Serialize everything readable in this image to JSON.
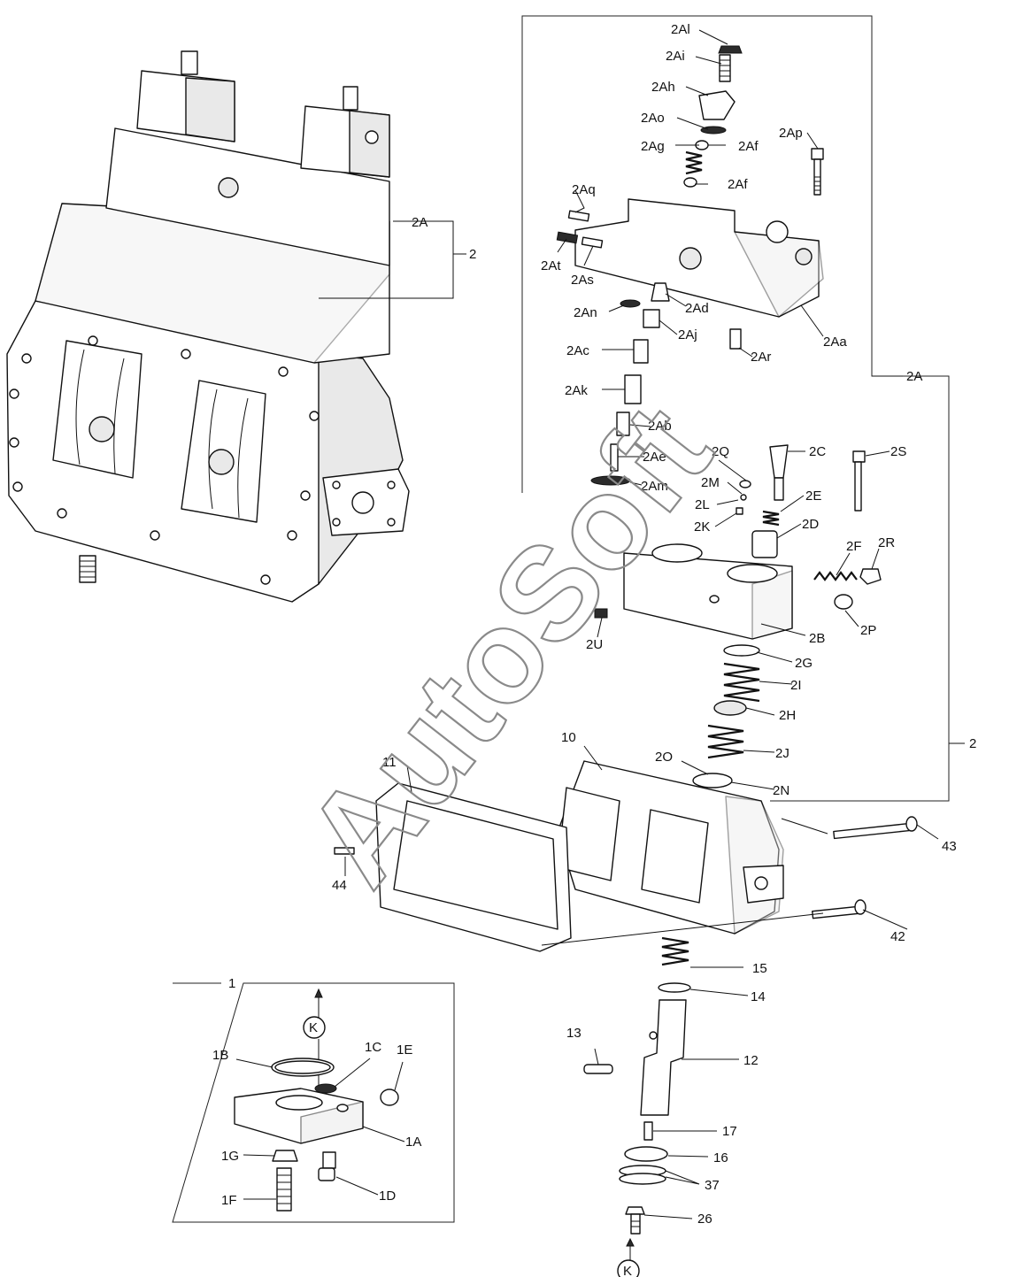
{
  "watermark": "AutoSoft",
  "labels": {
    "l2Al": "2Al",
    "l2Ai": "2Ai",
    "l2Ah": "2Ah",
    "l2Ao": "2Ao",
    "l2Ag": "2Ag",
    "l2Af_1": "2Af",
    "l2Af_2": "2Af",
    "l2Ap": "2Ap",
    "l2Aq": "2Aq",
    "l2At": "2At",
    "l2As": "2As",
    "l2An": "2An",
    "l2Ad": "2Ad",
    "l2Aj": "2Aj",
    "l2Aa": "2Aa",
    "l2Ac": "2Ac",
    "l2Ar": "2Ar",
    "l2Ak": "2Ak",
    "l2Ab": "2Ab",
    "l2Ae": "2Ae",
    "l2Am": "2Am",
    "l2A_top": "2A",
    "l2_top": "2",
    "l2A_right": "2A",
    "l2_right": "2",
    "l2Q": "2Q",
    "l2C": "2C",
    "l2S": "2S",
    "l2M": "2M",
    "l2E": "2E",
    "l2L": "2L",
    "l2K": "2K",
    "l2D": "2D",
    "l2F": "2F",
    "l2R": "2R",
    "l2U": "2U",
    "l2B": "2B",
    "l2P": "2P",
    "l2G": "2G",
    "l2I": "2I",
    "l2H": "2H",
    "l2J": "2J",
    "l10": "10",
    "l11": "11",
    "l2O": "2O",
    "l2N": "2N",
    "l43": "43",
    "l44": "44",
    "l42": "42",
    "l15": "15",
    "l14": "14",
    "l13": "13",
    "l12": "12",
    "l17": "17",
    "l16": "16",
    "l37": "37",
    "l26": "26",
    "lK_bottom": "K",
    "l1": "1",
    "lK_inset": "K",
    "l1B": "1B",
    "l1C": "1C",
    "l1E": "1E",
    "l1A": "1A",
    "l1G": "1G",
    "l1F": "1F",
    "l1D": "1D"
  }
}
